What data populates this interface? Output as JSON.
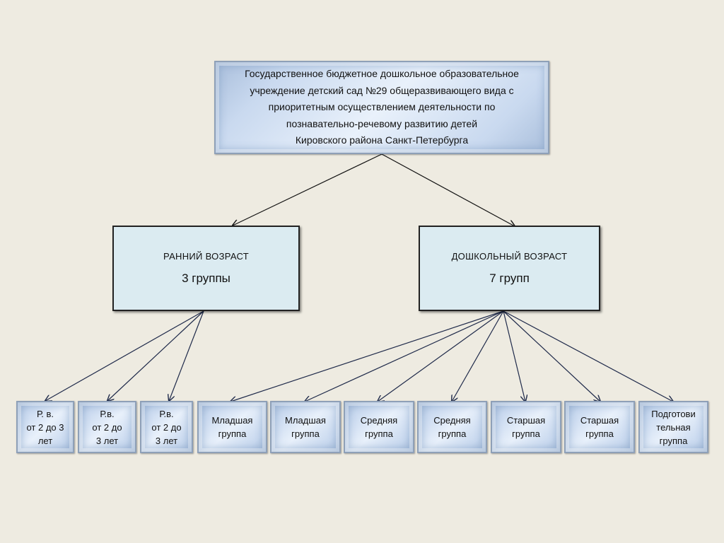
{
  "root": {
    "lines": [
      "Государственное бюджетное дошкольное образовательное",
      "учреждение детский сад №29 общеразвивающего вида с",
      "приоритетным осуществлением деятельности по",
      "познавательно-речевому развитию детей",
      "Кировского района  Санкт-Петербурга"
    ]
  },
  "branches": [
    {
      "label": "РАННИЙ  ВОЗРАСТ",
      "count": "3 группы"
    },
    {
      "label": "ДОШКОЛЬНЫЙ  ВОЗРАСТ",
      "count": "7 групп"
    }
  ],
  "groups": [
    {
      "lines": [
        "Р. в.",
        "от 2 до 3",
        "лет"
      ]
    },
    {
      "lines": [
        "Р.в.",
        "от 2 до",
        "3 лет"
      ]
    },
    {
      "lines": [
        "Р.в.",
        "от 2 до",
        "3 лет"
      ]
    },
    {
      "lines": [
        "Младшая",
        "группа"
      ]
    },
    {
      "lines": [
        "Младшая",
        "группа"
      ]
    },
    {
      "lines": [
        "Средняя",
        "группа"
      ]
    },
    {
      "lines": [
        "Средняя",
        "группа"
      ]
    },
    {
      "lines": [
        "Старшая",
        "группа"
      ]
    },
    {
      "lines": [
        "Старшая",
        "группа"
      ]
    },
    {
      "lines": [
        "Подготови",
        "тельная",
        "группа"
      ]
    }
  ],
  "colors": {
    "connector": "#1f2a4a",
    "connector_upper": "#111111"
  }
}
